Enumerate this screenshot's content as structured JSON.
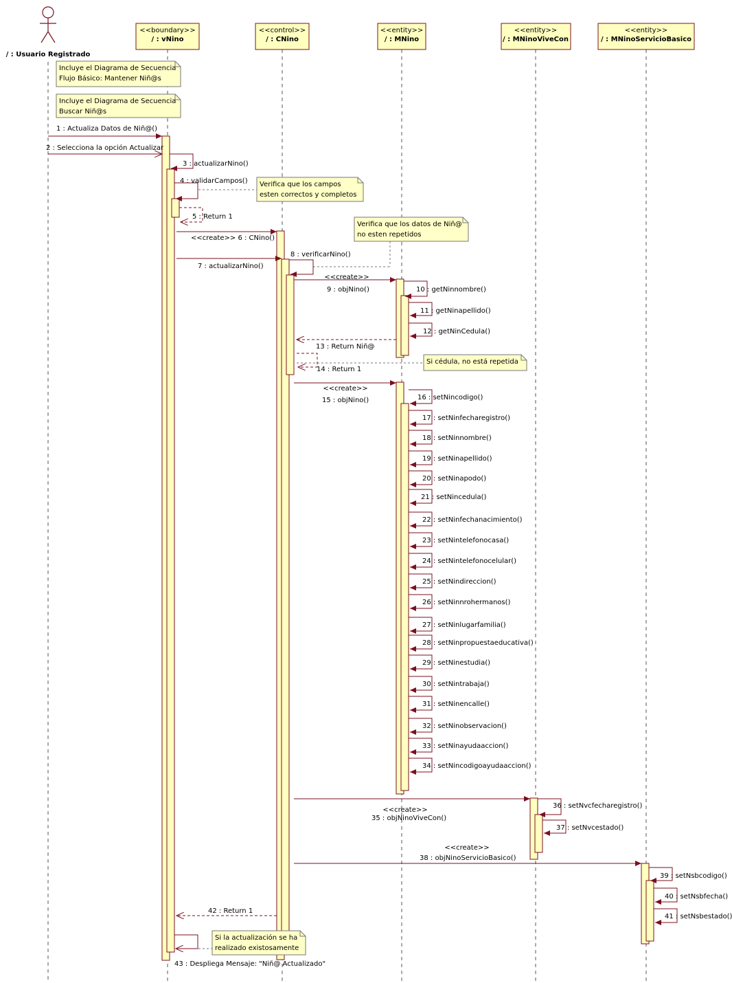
{
  "actor": {
    "name": "/ : Usuario Registrado"
  },
  "lifelines": [
    {
      "stereotype": "<<boundary>>",
      "name": "/ : vNino"
    },
    {
      "stereotype": "<<control>>",
      "name": "/ : CNino"
    },
    {
      "stereotype": "<<entity>>",
      "name": "/ : MNino"
    },
    {
      "stereotype": "<<entity>>",
      "name": "/ : MNinoViveCon"
    },
    {
      "stereotype": "<<entity>>",
      "name": "/ : MNinoServicioBasico"
    }
  ],
  "notes": [
    {
      "text": [
        "Incluye el Diagrama de Secuencia",
        "Flujo Básico: Mantener Niñ@s"
      ]
    },
    {
      "text": [
        "Incluye el Diagrama de Secuencia",
        " Buscar Niñ@s"
      ]
    },
    {
      "text": [
        "Verifica que los campos",
        "esten correctos y completos"
      ]
    },
    {
      "text": [
        "Verifica que los datos de Niñ@",
        "no esten repetidos"
      ]
    },
    {
      "text": [
        "Si cédula, no está repetida"
      ]
    },
    {
      "text": [
        "Si la actualización se ha",
        "realizado existosamente"
      ]
    }
  ],
  "messages": [
    {
      "num": "1",
      "text": "Actualiza Datos de Niñ@()"
    },
    {
      "num": "2",
      "text": "Selecciona la opción Actualizar"
    },
    {
      "num": "3",
      "text": "actualizarNino()"
    },
    {
      "num": "4",
      "text": "validarCampos()"
    },
    {
      "num": "5",
      "text": "Return 1"
    },
    {
      "num": "6",
      "text": "CNino()",
      "stereo": "<<create>>"
    },
    {
      "num": "7",
      "text": "actualizarNino()"
    },
    {
      "num": "8",
      "text": "verificarNino()"
    },
    {
      "num": "9",
      "text": "objNino()",
      "stereo": "<<create>>"
    },
    {
      "num": "10",
      "text": "getNinnombre()"
    },
    {
      "num": "11",
      "text": "getNinapellido()"
    },
    {
      "num": "12",
      "text": "getNinCedula()"
    },
    {
      "num": "13",
      "text": "Return Niñ@"
    },
    {
      "num": "14",
      "text": "Return 1"
    },
    {
      "num": "15",
      "text": "objNino()",
      "stereo": "<<create>>"
    },
    {
      "num": "16",
      "text": "setNincodigo()"
    },
    {
      "num": "17",
      "text": "setNinfecharegistro()"
    },
    {
      "num": "18",
      "text": "setNinnombre()"
    },
    {
      "num": "19",
      "text": "setNinapellido()"
    },
    {
      "num": "20",
      "text": "setNinapodo()"
    },
    {
      "num": "21",
      "text": "setNincedula()"
    },
    {
      "num": "22",
      "text": "setNinfechanacimiento()"
    },
    {
      "num": "23",
      "text": "setNintelefonocasa()"
    },
    {
      "num": "24",
      "text": "setNintelefonocelular()"
    },
    {
      "num": "25",
      "text": "setNindireccion()"
    },
    {
      "num": "26",
      "text": "setNinnrohermanos()"
    },
    {
      "num": "27",
      "text": "setNinlugarfamilia()"
    },
    {
      "num": "28",
      "text": "setNinpropuestaeducativa()"
    },
    {
      "num": "29",
      "text": "setNinestudia()"
    },
    {
      "num": "30",
      "text": "setNintrabaja()"
    },
    {
      "num": "31",
      "text": "setNinencalle()"
    },
    {
      "num": "32",
      "text": "setNinobservacion()"
    },
    {
      "num": "33",
      "text": "setNinayudaaccion()"
    },
    {
      "num": "34",
      "text": "setNincodigoayudaaccion()"
    },
    {
      "num": "35",
      "text": "objNinoViveCon()",
      "stereo": "<<create>>"
    },
    {
      "num": "36",
      "text": "setNvcfecharegistro()"
    },
    {
      "num": "37",
      "text": "setNvcestado()"
    },
    {
      "num": "38",
      "text": "objNinoServicioBasico()",
      "stereo": "<<create>>"
    },
    {
      "num": "39",
      "text": "setNsbcodigo()"
    },
    {
      "num": "40",
      "text": "setNsbfecha()"
    },
    {
      "num": "41",
      "text": "setNsbestado()"
    },
    {
      "num": "42",
      "text": "Return 1"
    },
    {
      "num": "43",
      "text": "Despliega Mensaje: \"Niñ@ Actualizado\""
    }
  ],
  "colors": {
    "fill": "#ffffc0",
    "stroke": "#7a1020",
    "text": "#000000",
    "note": "#ffffc8"
  }
}
